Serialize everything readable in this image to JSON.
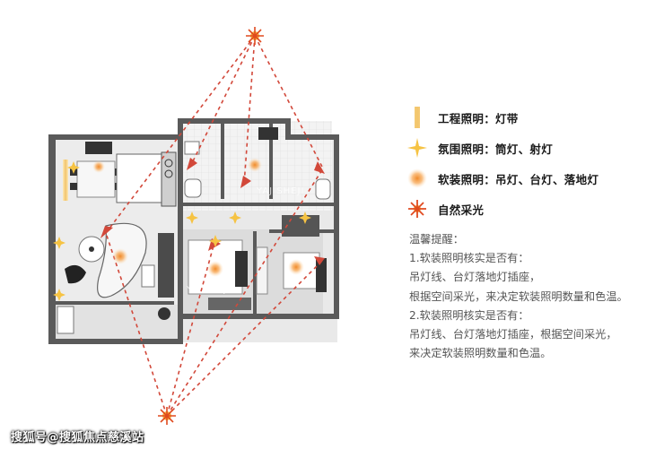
{
  "legend": [
    {
      "icon": "light-strip-icon",
      "label": "工程照明：灯带"
    },
    {
      "icon": "four-point-star-icon",
      "label": "氛围照明：筒灯、射灯"
    },
    {
      "icon": "glow-dot-icon",
      "label": "软装照明：吊灯、台灯、落地灯"
    },
    {
      "icon": "sunburst-icon",
      "label": "自然采光"
    }
  ],
  "tips": {
    "title": "温馨提醒：",
    "lines": [
      "1.软装照明核实是否有：",
      "吊灯线、台灯落地灯插座，",
      "根据空间采光，来决定软装照明数量和色温。",
      "2.软装照明核实是否有：",
      "吊灯线、台灯落地灯插座，根据空间采光，",
      "来决定软装照明数量和色温。"
    ]
  },
  "watermark": "搜狐号@搜狐焦点慈溪站",
  "plan_watermark": [
    "YAJ SHEJI",
    "YA SHEJ"
  ],
  "colors": {
    "strip": "#f2c46b",
    "star": "#f6c343",
    "glow": "#f7a24a",
    "sun": "#e04a1f",
    "dash": "#d2483a",
    "wall": "#555555",
    "tip_text": "#555555"
  }
}
